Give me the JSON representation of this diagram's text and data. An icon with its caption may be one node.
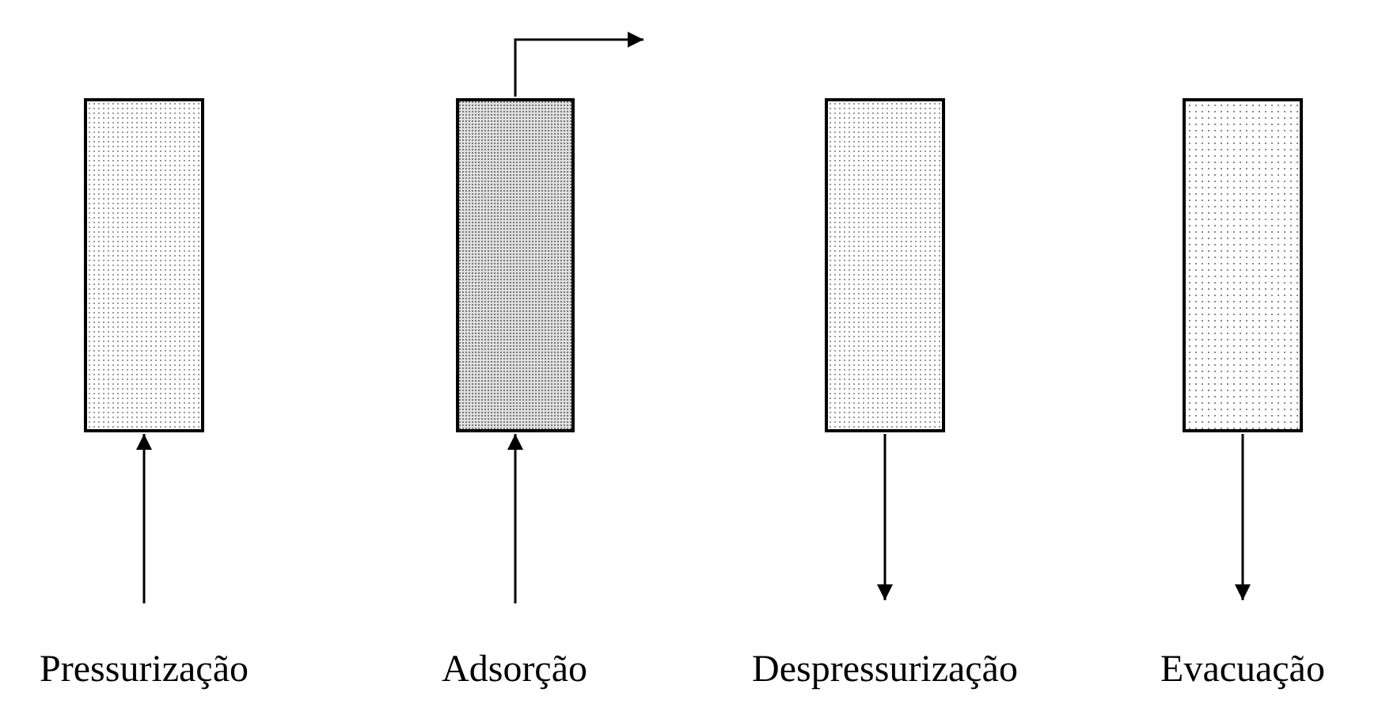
{
  "diagram": {
    "nodes": [
      {
        "text": [],
        "shape": "box"
      },
      {
        "text": [],
        "shape": "box"
      },
      {
        "text": [],
        "shape": "box"
      },
      {
        "text": [],
        "shape": "box"
      }
    ],
    "edges": [
      {
        "from": null,
        "to": 0,
        "arrow": "to"
      },
      {
        "from": null,
        "to": 1,
        "arrow": "to"
      },
      {
        "from": 1,
        "to": null,
        "arrow": "to"
      },
      {
        "from": 2,
        "to": null,
        "arrow": "to"
      },
      {
        "from": 3,
        "to": null,
        "arrow": "to"
      }
    ],
    "labels": [
      "Pressurização",
      "Adsorção",
      "Despressurização",
      "Evacuação"
    ]
  }
}
